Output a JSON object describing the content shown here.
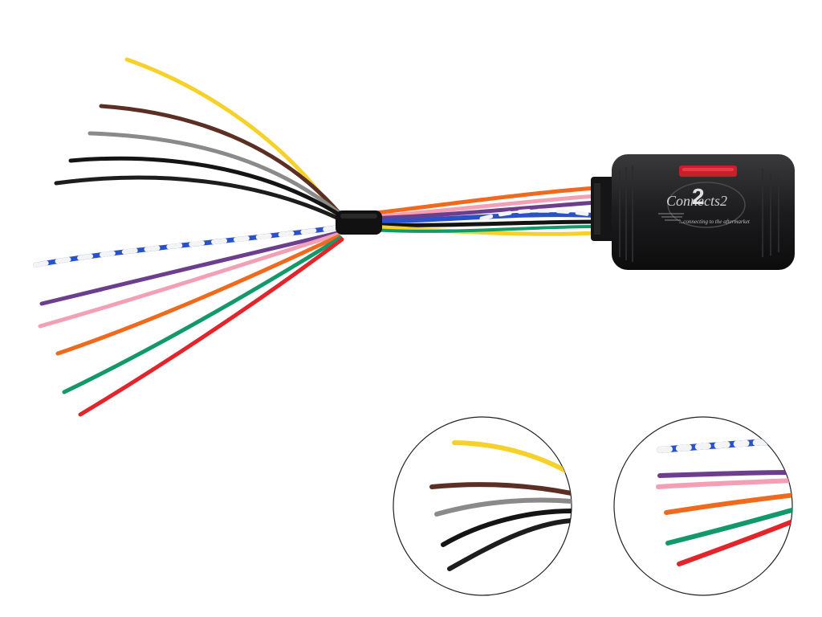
{
  "product": {
    "brand_name": "Connects2",
    "logo_numeral": "2",
    "tagline": "...connecting to the aftermarket"
  },
  "wire_colors": {
    "yellow": "#f5d12a",
    "brown": "#5b2f24",
    "grey": "#8a8a8a",
    "black": "#141414",
    "blue": "#2a52c8",
    "white": "#f4f4f4",
    "violet": "#6e3e8e",
    "pink": "#f3a0b6",
    "orange": "#f06a1e",
    "green": "#11996a",
    "red": "#e3242b"
  },
  "module": {
    "body_color": "#1b1b1d",
    "window_color": "#c81f2a"
  }
}
